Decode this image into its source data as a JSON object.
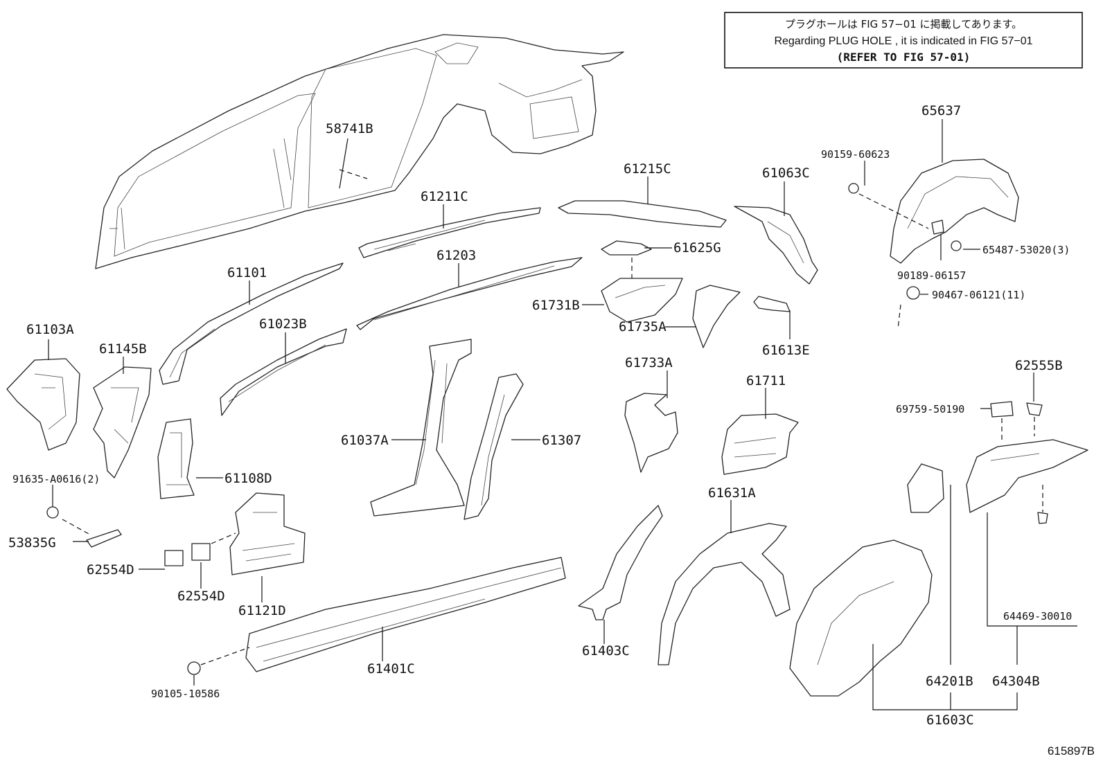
{
  "note": {
    "line1": "プラグホールは FIG 57−01 に掲載してあります。",
    "line2": "Regarding  PLUG  HOLE , it is indicated in FIG  57−01",
    "line3": "(REFER TO FIG 57-01)"
  },
  "figure_id": "615897B",
  "labels": {
    "p58741B": "58741B",
    "p61211C": "61211C",
    "p61215C": "61215C",
    "p61063C": "61063C",
    "p65637": "65637",
    "p90159_60623": "90159-60623",
    "p61625G": "61625G",
    "p61203": "61203",
    "p61101": "61101",
    "p61731B": "61731B",
    "p61735A": "61735A",
    "p61613E": "61613E",
    "p65487_53020": "65487-53020(3)",
    "p90189_06157": "90189-06157",
    "p90467_06121": "90467-06121(11)",
    "p61103A": "61103A",
    "p61145B": "61145B",
    "p61023B": "61023B",
    "p61733A": "61733A",
    "p61711": "61711",
    "p62555B": "62555B",
    "p69759_50190": "69759-50190",
    "p61037A": "61037A",
    "p61307": "61307",
    "p91635_A0616": "91635-A0616(2)",
    "p61108D": "61108D",
    "p61631A": "61631A",
    "p53835G": "53835G",
    "p62554D_a": "62554D",
    "p62554D_b": "62554D",
    "p61121D": "61121D",
    "p64469_30010": "64469-30010",
    "p61403C": "61403C",
    "p61401C": "61401C",
    "p90105_10586": "90105-10586",
    "p64201B": "64201B",
    "p64304B": "64304B",
    "p61603C": "61603C"
  }
}
